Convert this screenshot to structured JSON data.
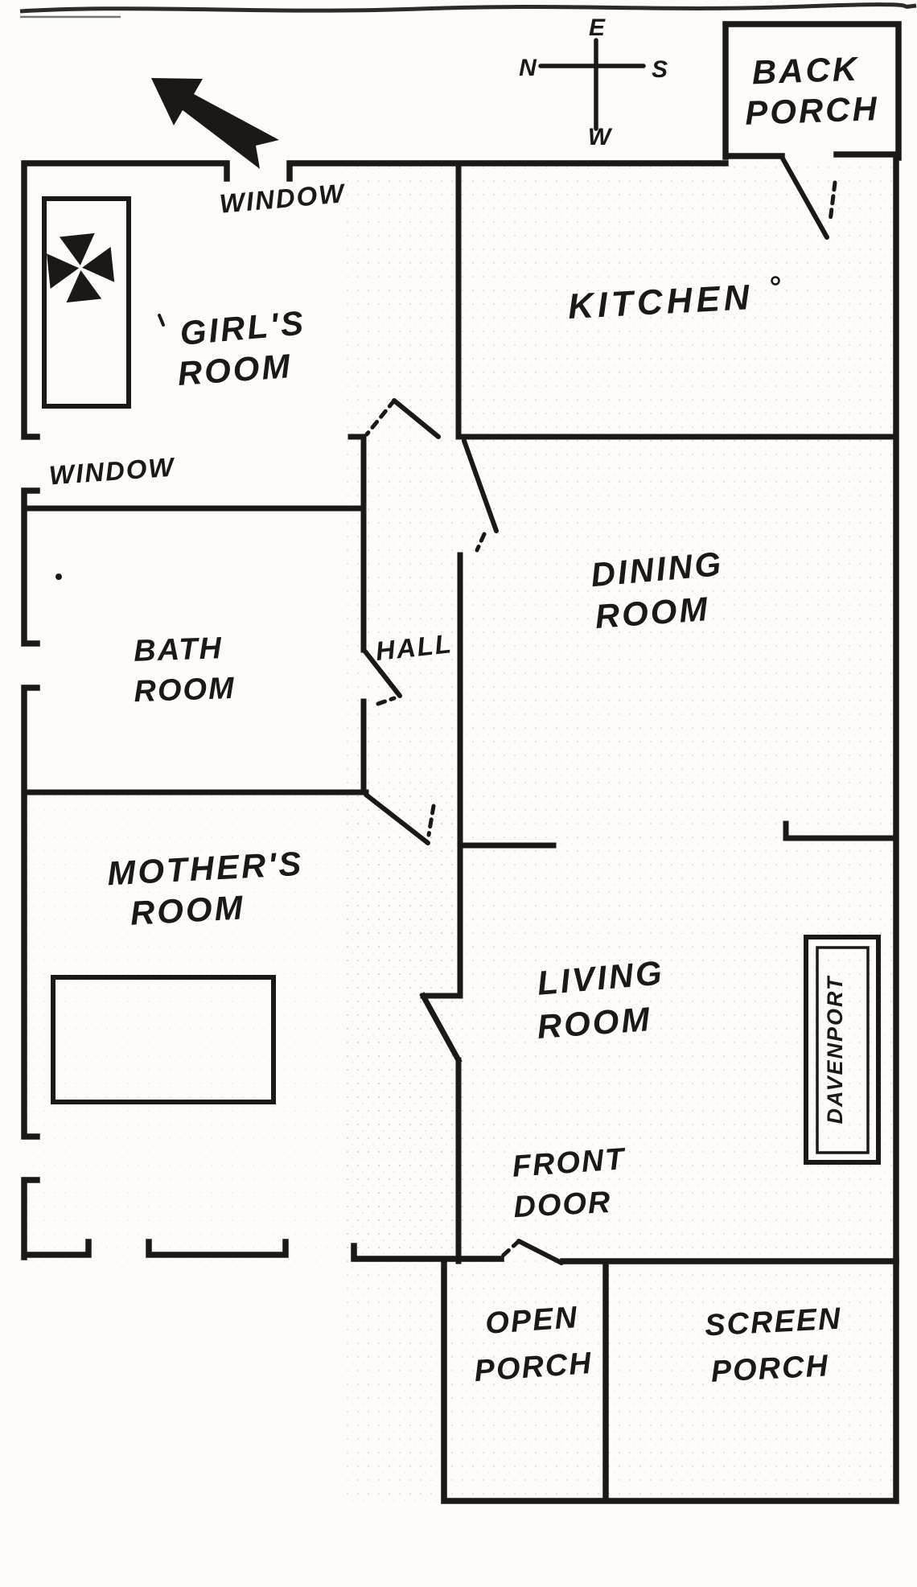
{
  "compass": {
    "east": "E",
    "north": "N",
    "south": "S",
    "west": "W"
  },
  "rooms": {
    "back_porch": {
      "line1": "BACK",
      "line2": "PORCH"
    },
    "girls_room": {
      "line1": "GIRL'S",
      "line2": "ROOM"
    },
    "kitchen": {
      "line1": "KITCHEN"
    },
    "bath_room": {
      "line1": "BATH",
      "line2": "ROOM"
    },
    "hall": {
      "line1": "HALL"
    },
    "dining_room": {
      "line1": "DINING",
      "line2": "ROOM"
    },
    "mothers_room": {
      "line1": "MOTHER'S",
      "line2": "ROOM"
    },
    "living_room": {
      "line1": "LIVING",
      "line2": "ROOM"
    },
    "open_porch": {
      "line1": "OPEN",
      "line2": "PORCH"
    },
    "screen_porch": {
      "line1": "SCREEN",
      "line2": "PORCH"
    }
  },
  "annotations": {
    "window_top": "WINDOW",
    "window_left": "WINDOW",
    "front_door": {
      "line1": "FRONT",
      "line2": "DOOR"
    },
    "davenport": "DAVENPORT"
  },
  "colors": {
    "ink": "#1b1916",
    "paper": "#fdfcfa"
  }
}
